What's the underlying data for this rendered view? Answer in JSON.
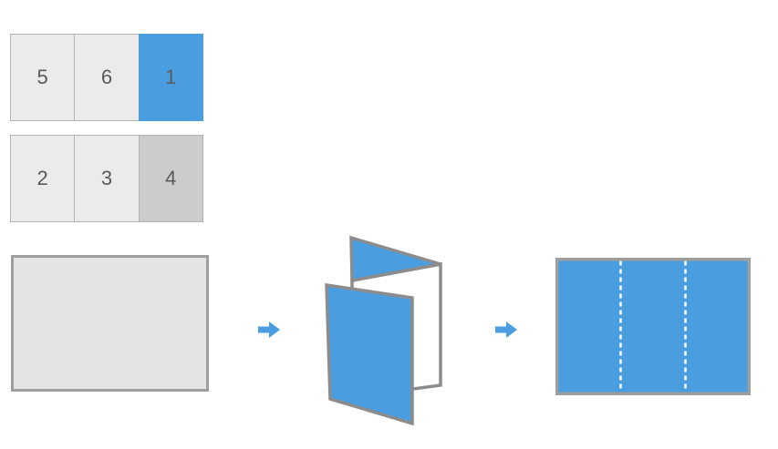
{
  "diagram": {
    "title": "tri-fold brochure page order and folding",
    "colors": {
      "accent_blue": "#4a9ee0",
      "panel_light_gray": "#ebebeb",
      "panel_mid_gray": "#cccccc",
      "sheet_gray": "#e4e4e4",
      "border_gray": "#9e9e9e",
      "cell_border": "#b3b3b3",
      "number_text": "#595959",
      "fold_line": "#ffffff",
      "background": "#ffffff"
    },
    "page_grid": {
      "rows": [
        {
          "name": "outside-row",
          "cells": [
            {
              "label": "5",
              "fill": "light"
            },
            {
              "label": "6",
              "fill": "light"
            },
            {
              "label": "1",
              "fill": "blue"
            }
          ]
        },
        {
          "name": "inside-row",
          "cells": [
            {
              "label": "2",
              "fill": "light"
            },
            {
              "label": "3",
              "fill": "light"
            },
            {
              "label": "4",
              "fill": "mid"
            }
          ]
        }
      ]
    },
    "flow": {
      "steps": [
        {
          "name": "flat-sheet",
          "label": ""
        },
        {
          "name": "folded-brochure",
          "label": ""
        },
        {
          "name": "finished-brochure",
          "label": ""
        }
      ],
      "arrows": [
        {
          "name": "flow-arrow-1",
          "direction": "right"
        },
        {
          "name": "flow-arrow-2",
          "direction": "right"
        }
      ],
      "result_fold_lines": 2
    }
  }
}
